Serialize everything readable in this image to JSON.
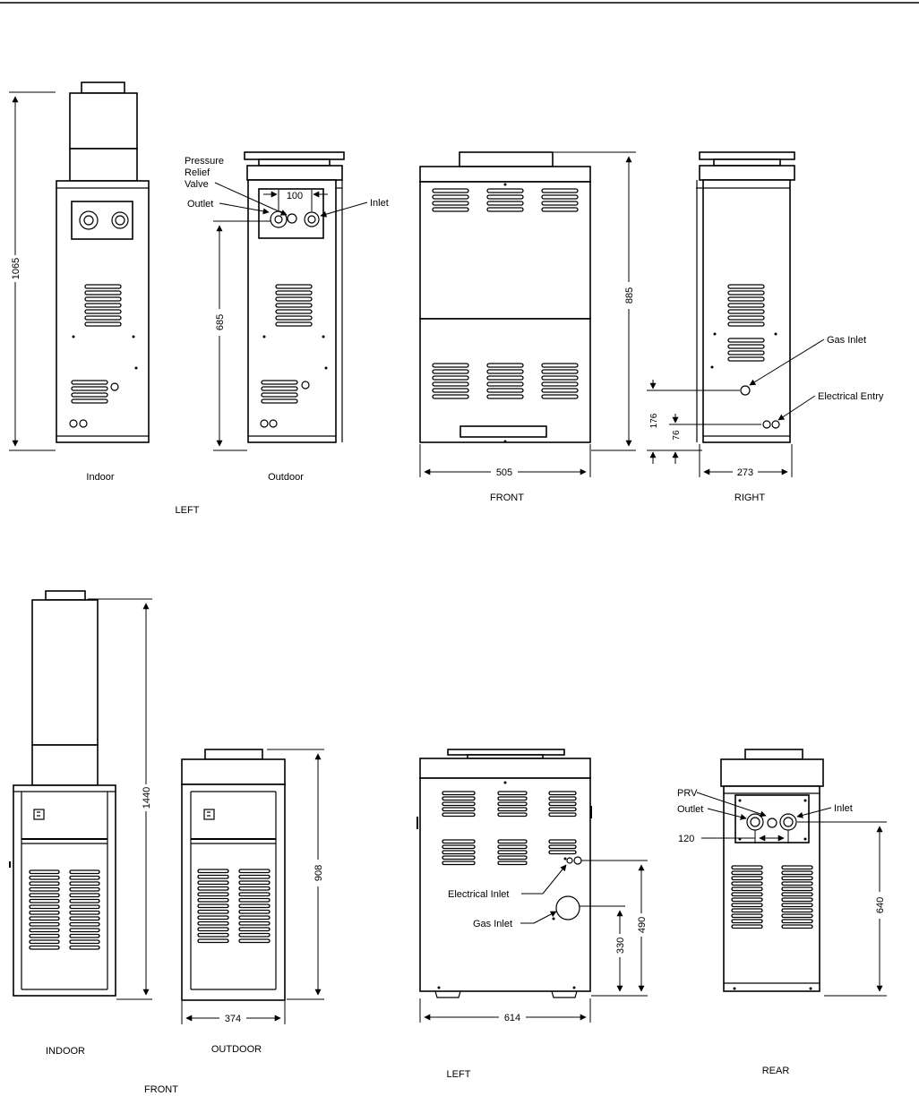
{
  "top": {
    "height_1065": "1065",
    "height_685": "685",
    "height_885": "885",
    "width_100": "100",
    "width_505": "505",
    "width_273": "273",
    "height_176": "176",
    "height_76": "76",
    "label_pressure": "Pressure",
    "label_relief": "Relief",
    "label_valve": "Valve",
    "label_outlet": "Outlet",
    "label_inlet": "Inlet",
    "label_gas_inlet": "Gas Inlet",
    "label_electrical_entry": "Electrical Entry",
    "caption_indoor": "Indoor",
    "caption_outdoor": "Outdoor",
    "caption_left": "LEFT",
    "caption_front": "FRONT",
    "caption_right": "RIGHT"
  },
  "bottom": {
    "height_1440": "1440",
    "height_908": "908",
    "width_374": "374",
    "width_614": "614",
    "height_490": "490",
    "height_330": "330",
    "height_640": "640",
    "width_120": "120",
    "label_electrical_inlet": "Electrical Inlet",
    "label_gas_inlet": "Gas Inlet",
    "label_prv": "PRV",
    "label_outlet": "Outlet",
    "label_inlet": "Inlet",
    "caption_indoor": "INDOOR",
    "caption_outdoor": "OUTDOOR",
    "caption_left": "LEFT",
    "caption_rear": "REAR",
    "caption_front": "FRONT"
  }
}
